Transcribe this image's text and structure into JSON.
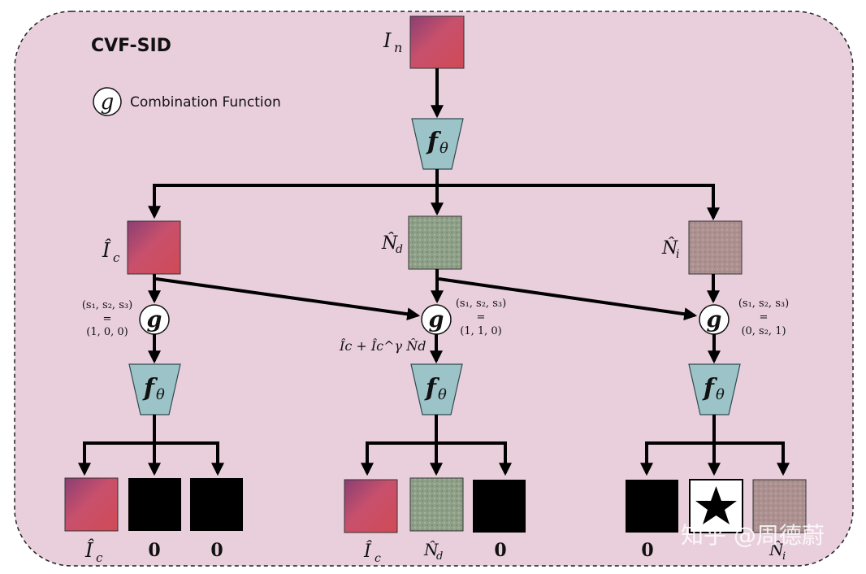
{
  "title": "CVF-SID",
  "legend": {
    "symbol": "g",
    "text": "Combination Function"
  },
  "input_label": "I",
  "input_sub": "n",
  "network_label": "f",
  "network_sub": "θ",
  "combine_label": "g",
  "branches": [
    {
      "output_label": "Î",
      "output_sub": "c",
      "param_tuple": "(s₁, s₂, s₃)",
      "param_eq": "=",
      "param_value": "(1, 0, 0)",
      "g_input_label": "",
      "final_outputs": [
        {
          "type": "clean",
          "label": "Î",
          "sub": "c"
        },
        {
          "type": "zero",
          "label": "0",
          "sub": ""
        },
        {
          "type": "zero",
          "label": "0",
          "sub": ""
        }
      ]
    },
    {
      "output_label": "N̂",
      "output_sub": "d",
      "param_tuple": "(s₁, s₂, s₃)",
      "param_eq": "=",
      "param_value": "(1, 1, 0)",
      "g_input_label": "Îc + Îc^γ N̂d",
      "final_outputs": [
        {
          "type": "clean",
          "label": "Î",
          "sub": "c"
        },
        {
          "type": "noise_d",
          "label": "N̂",
          "sub": "d"
        },
        {
          "type": "zero",
          "label": "0",
          "sub": ""
        }
      ]
    },
    {
      "output_label": "N̂",
      "output_sub": "i",
      "param_tuple": "(s₁, s₂, s₃)",
      "param_eq": "=",
      "param_value": "(0, s₂, 1)",
      "g_input_label": "",
      "final_outputs": [
        {
          "type": "zero",
          "label": "0",
          "sub": ""
        },
        {
          "type": "star",
          "label": "",
          "sub": ""
        },
        {
          "type": "noise_i",
          "label": "N̂",
          "sub": "i"
        }
      ]
    }
  ],
  "watermark": "知乎 @周德蔚",
  "colors": {
    "background": "#e9cfdc",
    "network": "#9cc4c8",
    "clean_image": "#c0405f",
    "noise_d": "#8e9f86",
    "noise_i": "#ad9090",
    "zero": "#000000"
  }
}
